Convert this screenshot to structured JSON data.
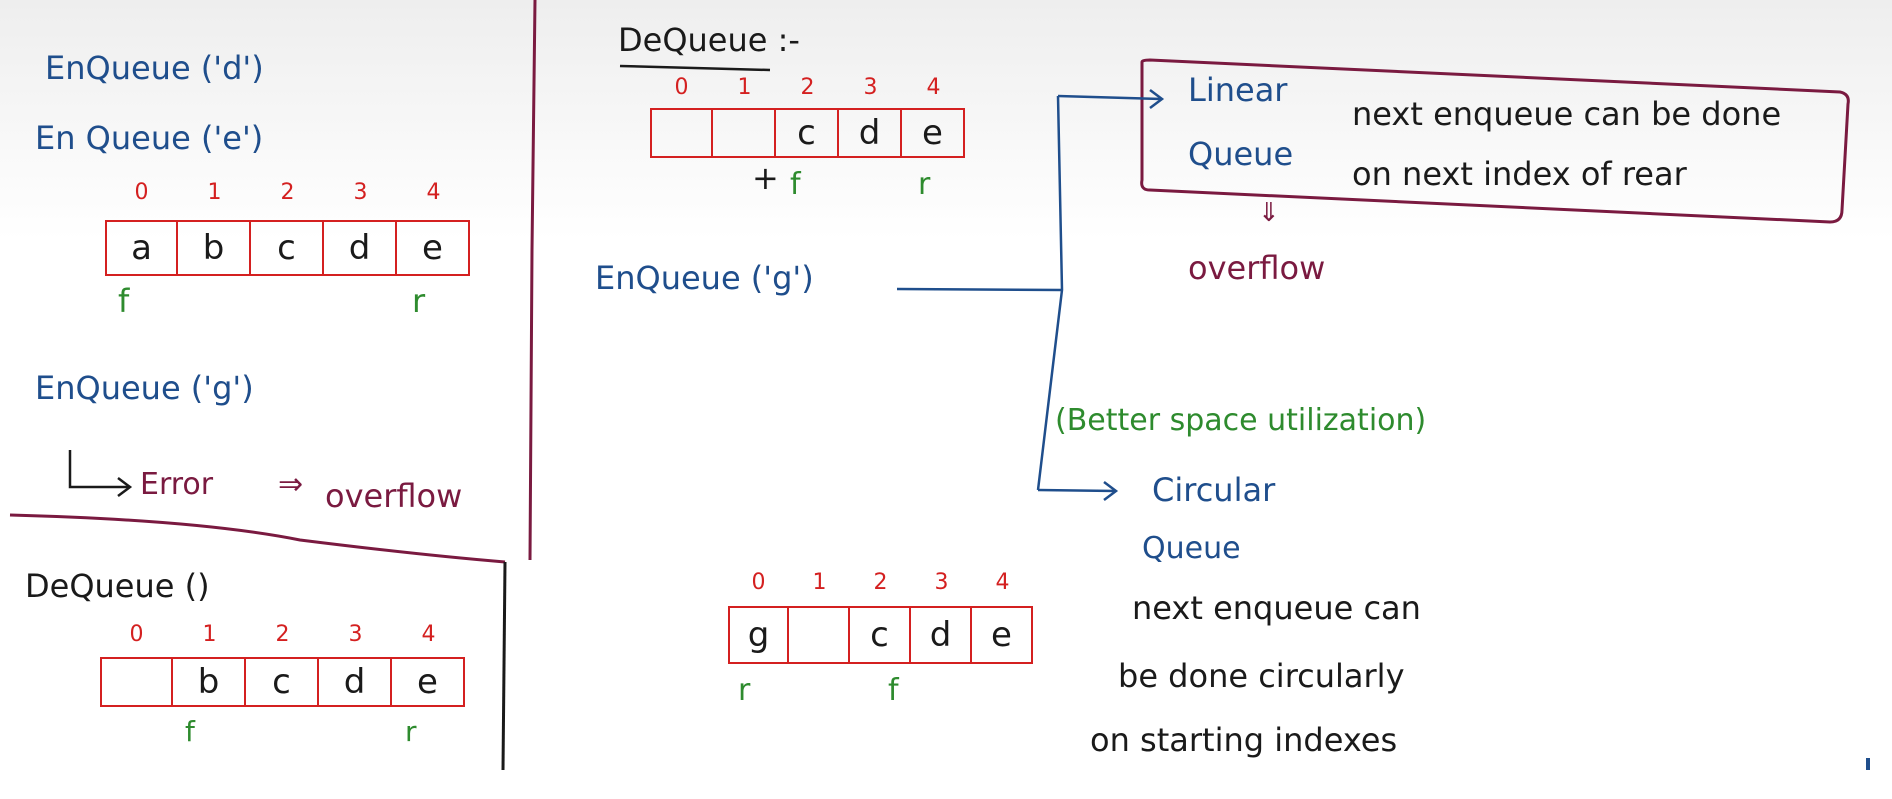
{
  "left": {
    "enqueue_d": "EnQueue ('d')",
    "enqueue_e": "En Queue ('e')",
    "array1": {
      "indices": [
        "0",
        "1",
        "2",
        "3",
        "4"
      ],
      "cells": [
        "a",
        "b",
        "c",
        "d",
        "e"
      ],
      "front_label": "f",
      "rear_label": "r"
    },
    "enqueue_g": "EnQueue ('g')",
    "error_arrow": "↦",
    "error_text": "Error",
    "implies": "⇒",
    "overflow_text": "overflow",
    "dequeue": "DeQueue ()",
    "array2": {
      "indices": [
        "0",
        "1",
        "2",
        "3",
        "4"
      ],
      "cells": [
        "",
        "b",
        "c",
        "d",
        "e"
      ],
      "front_label": "f",
      "rear_label": "r"
    }
  },
  "middle": {
    "dequeue_heading": "DeQueue :-",
    "array3": {
      "indices": [
        "0",
        "1",
        "2",
        "3",
        "4"
      ],
      "cells": [
        "",
        "",
        "c",
        "d",
        "e"
      ],
      "plus": "+",
      "front_label": "f",
      "rear_label": "r"
    },
    "enqueue_g": "EnQueue ('g')",
    "array4": {
      "indices": [
        "0",
        "1",
        "2",
        "3",
        "4"
      ],
      "cells": [
        "g",
        "",
        "c",
        "d",
        "e"
      ],
      "rear_label": "r",
      "front_label": "f"
    }
  },
  "right": {
    "linear_line1": "Linear",
    "linear_line2": "Queue",
    "linear_desc1": "next enqueue can be done",
    "linear_desc2": "on next index of rear",
    "down_arrow": "⇓",
    "overflow": "overflow",
    "better_space": "(Better space utilization)",
    "circular_line1": "Circular",
    "circular_line2": "Queue",
    "circular_desc1": "next enqueue can",
    "circular_desc2": "be done circularly",
    "circular_desc3": "on starting indexes"
  },
  "colors": {
    "ink_blue": "#1f4e8c",
    "ink_maroon": "#7a1a40",
    "ink_green": "#2e8b2e",
    "ink_red": "#d42020",
    "ink_black": "#1a1a1a"
  }
}
